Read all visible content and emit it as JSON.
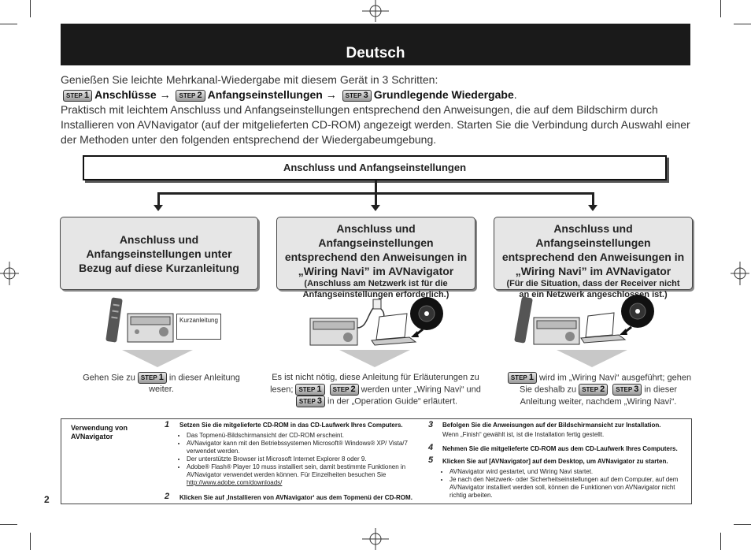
{
  "header": {
    "title": "Deutsch"
  },
  "intro": {
    "line1": "Genießen Sie leichte Mehrkanal-Wiedergabe mit diesem Gerät in 3 Schritten:",
    "step1": "Anschlüsse",
    "step2": "Anfangseinstellungen",
    "step3": "Grundlegende Wiedergabe",
    "step_word": "STEP",
    "arrow": "→",
    "body": "Praktisch mit leichtem Anschluss und Anfangseinstellungen entsprechend den Anweisungen, die auf dem Bildschirm durch Installieren von AVNavigator (auf der mitgelieferten CD-ROM) angezeigt werden. Starten Sie die Verbindung durch Auswahl einer der Methoden unter den folgenden entsprechend der Wiedergabeumgebung."
  },
  "flow": {
    "top": "Anschluss und Anfangseinstellungen",
    "left_box": "Anschluss und Anfangseinstellungen unter Bezug auf diese Kurzanleitung",
    "mid_box_title": "Anschluss und Anfangseinstellungen entsprechend den Anweisungen in „Wiring Navi” im AVNavigator",
    "mid_box_sub": "(Anschluss am Netzwerk ist für die Anfangseinstellungen erforderlich.)",
    "right_box_title": "Anschluss und Anfangseinstellungen entsprechend den Anweisungen in „Wiring Navi” im AVNavigator",
    "right_box_sub": "(Für die Situation, dass der Receiver nicht an ein Netzwerk angeschlossen ist.)",
    "booklet_label": "Kurzanleitung",
    "cap_left_a": "Gehen Sie zu",
    "cap_left_b": "in dieser Anleitung weiter.",
    "cap_mid_a": "Es ist nicht nötig, diese Anleitung für Erläuterungen zu lesen;",
    "cap_mid_b": "werden unter „Wiring Navi“ und",
    "cap_mid_c": "in der „Operation Guide“ erläutert.",
    "cap_right_a": "wird im „Wiring Navi“ ausgeführt; gehen Sie deshalb zu",
    "cap_right_b": "in dieser Anleitung weiter, nachdem „Wiring Navi“."
  },
  "bottom": {
    "heading": "Verwendung von AVNavigator",
    "s1_num": "1",
    "s1": "Setzen Sie die mitgelieferte CD-ROM in das CD-Laufwerk Ihres Computers.",
    "s1_b1": "Das Topmenü-Bildschirmansicht der CD-ROM erscheint.",
    "s1_b2": "AVNavigator kann mit den Betriebssystemen Microsoft® Windows® XP/ Vista/7 verwendet werden.",
    "s1_b3": "Der unterstützte Browser ist Microsoft Internet Explorer 8 oder 9.",
    "s1_b4": "Adobe® Flash® Player 10 muss installiert sein, damit bestimmte Funktionen in AVNavigator verwendet werden können. Für Einzelheiten besuchen Sie",
    "s1_link": "http://www.adobe.com/downloads/",
    "s2_num": "2",
    "s2": "Klicken Sie auf ‚Installieren von AVNavigator‘ aus dem Topmenü der CD-ROM.",
    "s3_num": "3",
    "s3": "Befolgen Sie die Anweisungen auf der Bildschirmansicht zur Installation.",
    "s3_note": "Wenn „Finish“ gewählt ist, ist die Installation fertig gestellt.",
    "s4_num": "4",
    "s4": "Nehmen Sie die mitgelieferte CD-ROM aus dem CD-Laufwerk Ihres Computers.",
    "s5_num": "5",
    "s5": "Klicken Sie auf [AVNavigator] auf dem Desktop, um AVNavigator zu starten.",
    "s5_b1": "AVNavigator wird gestartet, und Wiring Navi startet.",
    "s5_b2": "Je nach den Netzwerk- oder Sicherheitseinstellungen auf dem Computer, auf dem AVNavigator installiert werden soll, können die Funktionen von AVNavigator nicht richtig arbeiten."
  },
  "page_number": "2"
}
